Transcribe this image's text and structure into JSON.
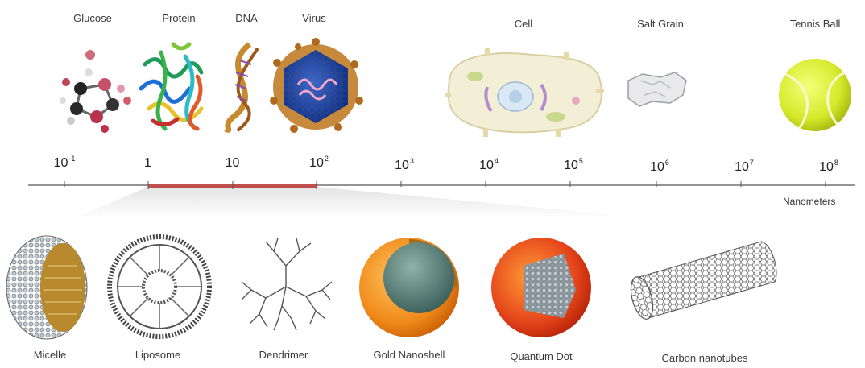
{
  "top_objects": [
    {
      "label": "Glucose"
    },
    {
      "label": "Protein"
    },
    {
      "label": "DNA"
    },
    {
      "label": "Virus"
    },
    {
      "label": "Cell"
    },
    {
      "label": "Salt Grain"
    },
    {
      "label": "Tennis Ball"
    }
  ],
  "scale": {
    "ticks": [
      {
        "base": "10",
        "exp": "-1"
      },
      {
        "base": "1",
        "exp": ""
      },
      {
        "base": "10",
        "exp": ""
      },
      {
        "base": "10",
        "exp": "2"
      },
      {
        "base": "10",
        "exp": "3"
      },
      {
        "base": "10",
        "exp": "4"
      },
      {
        "base": "10",
        "exp": "5"
      },
      {
        "base": "10",
        "exp": "6"
      },
      {
        "base": "10",
        "exp": "7"
      },
      {
        "base": "10",
        "exp": "8"
      }
    ],
    "unit": "Nanometers",
    "highlight_range": [
      "1",
      "10²"
    ],
    "highlight_color": "#c0504d"
  },
  "nanoparticles": [
    {
      "label": "Micelle"
    },
    {
      "label": "Liposome"
    },
    {
      "label": "Dendrimer"
    },
    {
      "label": "Gold Nanoshell"
    },
    {
      "label": "Quantum Dot"
    },
    {
      "label": "Carbon nanotubes"
    }
  ]
}
